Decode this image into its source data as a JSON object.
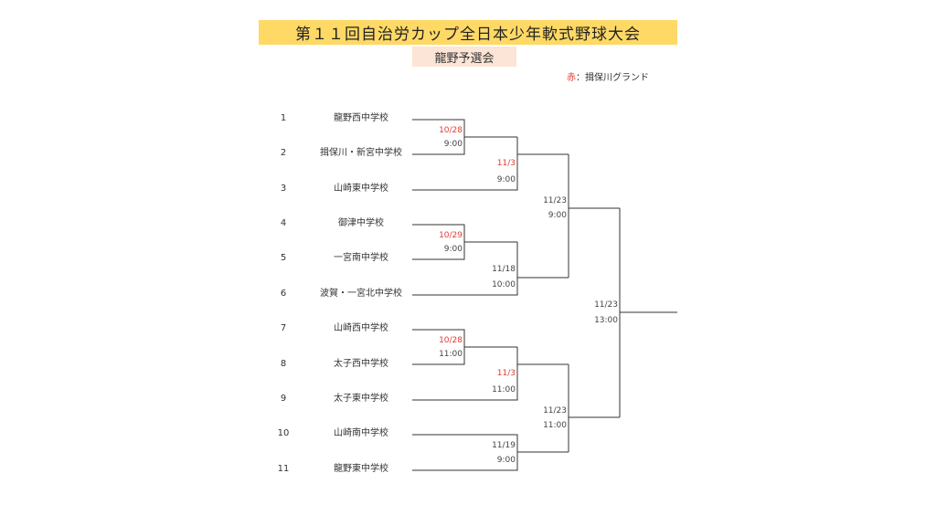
{
  "header": {
    "title": "第１１回自治労カップ全日本少年軟式野球大会",
    "subtitle": "龍野予選会"
  },
  "legend": {
    "mark": "赤",
    "text": "：揖保川グランド"
  },
  "colors": {
    "title_bg": "#FFD966",
    "subtitle_bg": "#FCE4D6",
    "venue_red": "#E03C31"
  },
  "teams": [
    {
      "num": "1",
      "name": "龍野西中学校"
    },
    {
      "num": "2",
      "name": "揖保川・新宮中学校"
    },
    {
      "num": "3",
      "name": "山崎東中学校"
    },
    {
      "num": "4",
      "name": "御津中学校"
    },
    {
      "num": "5",
      "name": "一宮南中学校"
    },
    {
      "num": "6",
      "name": "波賀・一宮北中学校"
    },
    {
      "num": "7",
      "name": "山崎西中学校"
    },
    {
      "num": "8",
      "name": "太子西中学校"
    },
    {
      "num": "9",
      "name": "太子東中学校"
    },
    {
      "num": "10",
      "name": "山崎南中学校"
    },
    {
      "num": "11",
      "name": "龍野東中学校"
    }
  ],
  "matches": {
    "m1": {
      "date": "10/28",
      "time": "9:00",
      "venue_red": true
    },
    "m2": {
      "date": "11/3",
      "time": "9:00",
      "venue_red": true
    },
    "m3": {
      "date": "10/29",
      "time": "9:00",
      "venue_red": true
    },
    "m4": {
      "date": "11/18",
      "time": "10:00",
      "venue_red": false
    },
    "m5": {
      "date": "10/28",
      "time": "11:00",
      "venue_red": true
    },
    "m6": {
      "date": "11/3",
      "time": "11:00",
      "venue_red": true
    },
    "m7": {
      "date": "11/19",
      "time": "9:00",
      "venue_red": false
    },
    "m8": {
      "date": "11/23",
      "time": "9:00",
      "venue_red": false
    },
    "m9": {
      "date": "11/23",
      "time": "11:00",
      "venue_red": false
    },
    "m10": {
      "date": "11/23",
      "time": "13:00",
      "venue_red": false
    }
  }
}
